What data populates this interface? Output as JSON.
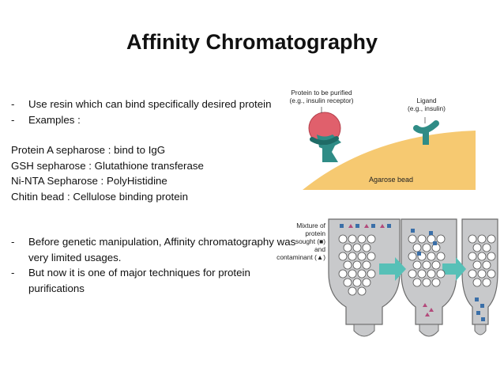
{
  "title": "Affinity Chromatography",
  "top_bullets": [
    "Use resin which can bind specifically desired protein",
    "Examples :"
  ],
  "examples": [
    "Protein A sepharose : bind to IgG",
    "GSH sepharose : Glutathione transferase",
    "Ni-NTA Sepharose : PolyHistidine",
    "Chitin bead : Cellulose binding protein"
  ],
  "bottom_bullets": [
    "Before genetic manipulation, Affinity chromatography was very limited usages.",
    "But now it is one of major techniques for protein purifications"
  ],
  "figure": {
    "protein_label_1": "Protein to be purified",
    "protein_label_2": "(e.g., insulin receptor)",
    "ligand_label_1": "Ligand",
    "ligand_label_2": "(e.g., insulin)",
    "bead_label": "Agarose bead",
    "mixture_label_1": "Mixture of",
    "mixture_label_2": "protein",
    "mixture_label_3": "sought (■)",
    "mixture_label_4": "and",
    "mixture_label_5": "contaminant (▲)",
    "colors": {
      "bead": "#f6c971",
      "ligand": "#2f8c86",
      "protein": "#e0606c",
      "column": "#c8c9cb",
      "arrow": "#57c0b7",
      "sought": "#3a6fa8",
      "contaminant": "#b34a7b"
    }
  }
}
